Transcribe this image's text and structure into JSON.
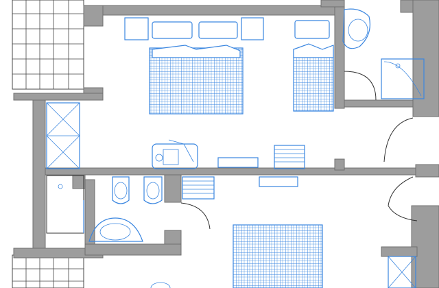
{
  "plan": {
    "wall_color": "#9d9d9d",
    "fixture_color": "#3a86e0",
    "rooms": [
      "double-bedroom",
      "bathroom-upper",
      "bathroom-lower",
      "bedroom-lower",
      "balcony-upper",
      "balcony-lower",
      "entrance"
    ]
  }
}
